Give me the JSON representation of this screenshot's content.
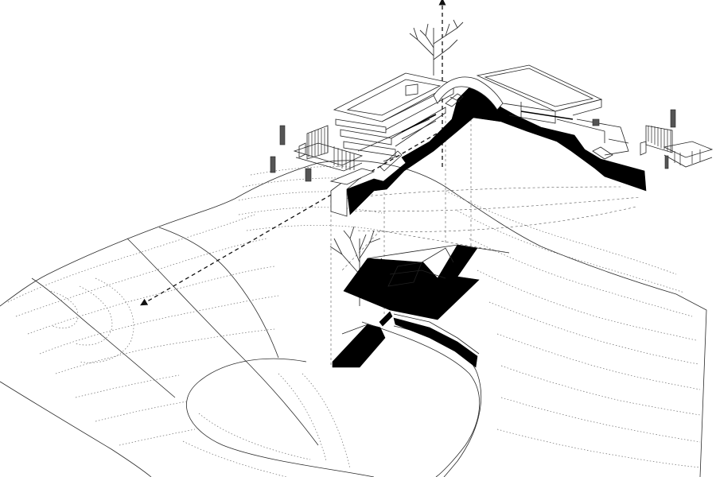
{
  "diagram": {
    "colors": {
      "ink": "#000000",
      "line": "#222222",
      "contour": "#6b6b6b",
      "panel": "#555555",
      "background": "#ffffff"
    },
    "elements": [
      "terrain-contours",
      "vertical-axis-arrow",
      "diagonal-axis-arrow",
      "roof-plane-left",
      "roof-plane-right",
      "section-cut-upper",
      "section-cut-ground",
      "path-lower",
      "tree-upper",
      "tree-lower",
      "balcony-left",
      "balcony-right",
      "panel-markers"
    ]
  }
}
